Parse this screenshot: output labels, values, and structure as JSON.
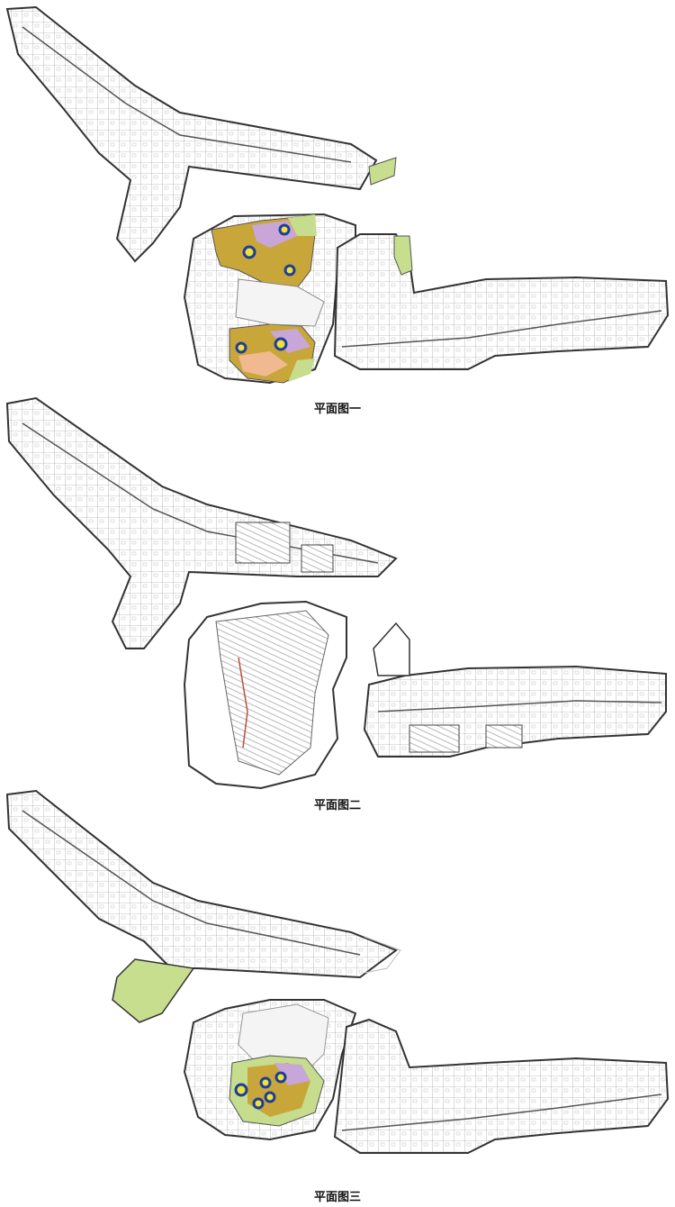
{
  "plans": [
    {
      "caption": "平面图一"
    },
    {
      "caption": "平面图二"
    },
    {
      "caption": "平面图三"
    }
  ],
  "colors": {
    "wall": "#333333",
    "room_line": "#777777",
    "courtyard_ochre": "#c9a63a",
    "courtyard_purple": "#c9a6d8",
    "courtyard_green": "#c6dd8e",
    "courtyard_peach": "#f0b98f",
    "garden_green": "#c8de8f",
    "pond_blue": "#1c3f9a",
    "pond_yellow": "#f0e13a"
  }
}
